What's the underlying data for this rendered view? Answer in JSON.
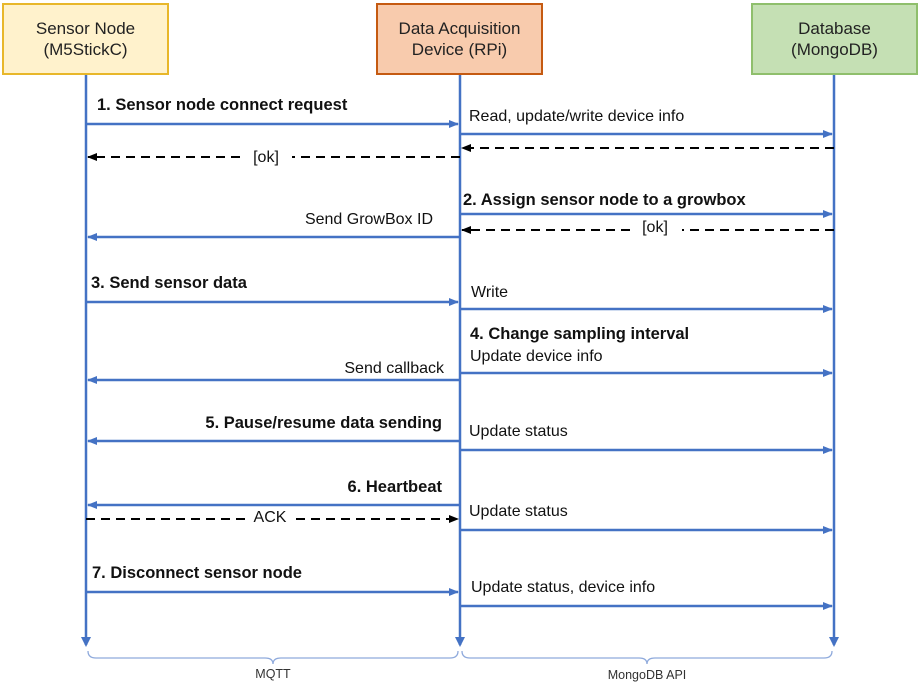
{
  "colors": {
    "arrow": "#4472c4",
    "dashed": "#000000",
    "brace": "#8faadc",
    "sensor_fill": "#fff2cc",
    "sensor_border": "#e8b72a",
    "daq_fill": "#f8cbad",
    "daq_border": "#c55a11",
    "db_fill": "#c5e0b4",
    "db_border": "#8fbf6c"
  },
  "participants": {
    "sensor": {
      "line1": "Sensor Node",
      "line2": "(M5StickC)"
    },
    "daq": {
      "line1": "Data Acquisition",
      "line2": "Device (RPi)"
    },
    "db": {
      "line1": "Database",
      "line2": "(MongoDB)"
    }
  },
  "messages": [
    {
      "from": "sensor",
      "to": "daq",
      "label": "1. Sensor node connect request",
      "bold": true,
      "dashed": false
    },
    {
      "from": "daq",
      "to": "db",
      "label": "Read, update/write device info",
      "bold": false,
      "dashed": false
    },
    {
      "from": "db",
      "to": "daq",
      "label": "",
      "bold": false,
      "dashed": true
    },
    {
      "from": "daq",
      "to": "sensor",
      "label": "[ok]",
      "bold": false,
      "dashed": true
    },
    {
      "from": "daq",
      "to": "db",
      "label": "2. Assign sensor node to a growbox",
      "bold": true,
      "dashed": false
    },
    {
      "from": "daq",
      "to": "sensor",
      "label": "Send GrowBox ID",
      "bold": false,
      "dashed": false
    },
    {
      "from": "db",
      "to": "daq",
      "label": "[ok]",
      "bold": false,
      "dashed": true
    },
    {
      "from": "sensor",
      "to": "daq",
      "label": "3. Send sensor data",
      "bold": true,
      "dashed": false
    },
    {
      "from": "daq",
      "to": "db",
      "label": "Write",
      "bold": false,
      "dashed": false
    },
    {
      "from": "daq",
      "to": "db",
      "label": "Update device info",
      "bold": false,
      "dashed": false,
      "heading": "4. Change sampling interval"
    },
    {
      "from": "daq",
      "to": "sensor",
      "label": "Send callback",
      "bold": false,
      "dashed": false
    },
    {
      "from": "daq",
      "to": "sensor",
      "label": "5. Pause/resume data sending",
      "bold": true,
      "dashed": false
    },
    {
      "from": "daq",
      "to": "db",
      "label": "Update status",
      "bold": false,
      "dashed": false
    },
    {
      "from": "daq",
      "to": "sensor",
      "label": "6. Heartbeat",
      "bold": true,
      "dashed": false
    },
    {
      "from": "sensor",
      "to": "daq",
      "label": "ACK",
      "bold": false,
      "dashed": true
    },
    {
      "from": "daq",
      "to": "db",
      "label": "Update status",
      "bold": false,
      "dashed": false
    },
    {
      "from": "sensor",
      "to": "daq",
      "label": "7. Disconnect sensor node",
      "bold": true,
      "dashed": false
    },
    {
      "from": "daq",
      "to": "db",
      "label": "Update status, device info",
      "bold": false,
      "dashed": false
    }
  ],
  "protocols": {
    "left": "MQTT",
    "right": "MongoDB API"
  }
}
